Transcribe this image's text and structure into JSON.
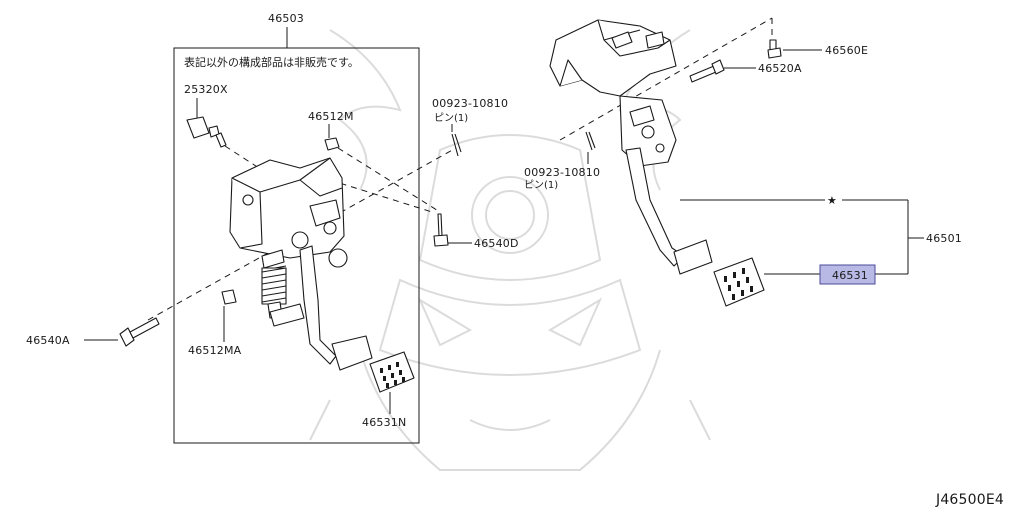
{
  "diagram_code": "J46500E4",
  "box_note": "表記以外の構成部品は非販売です。",
  "parts": {
    "p46503": "46503",
    "p25320X": "25320X",
    "p46512M": "46512M",
    "p00923_10810_a": "00923-10810",
    "p00923_10810_a_sub": "ピン(1)",
    "p00923_10810_b": "00923-10810",
    "p00923_10810_b_sub": "ピン(1)",
    "p46540D": "46540D",
    "p46540A": "46540A",
    "p46512MA": "46512MA",
    "p46531N": "46531N",
    "p46560E": "46560E",
    "p46520A": "46520A",
    "p46501": "46501",
    "p46531": "46531"
  },
  "highlighted_part": "46531",
  "star_symbol": "★"
}
